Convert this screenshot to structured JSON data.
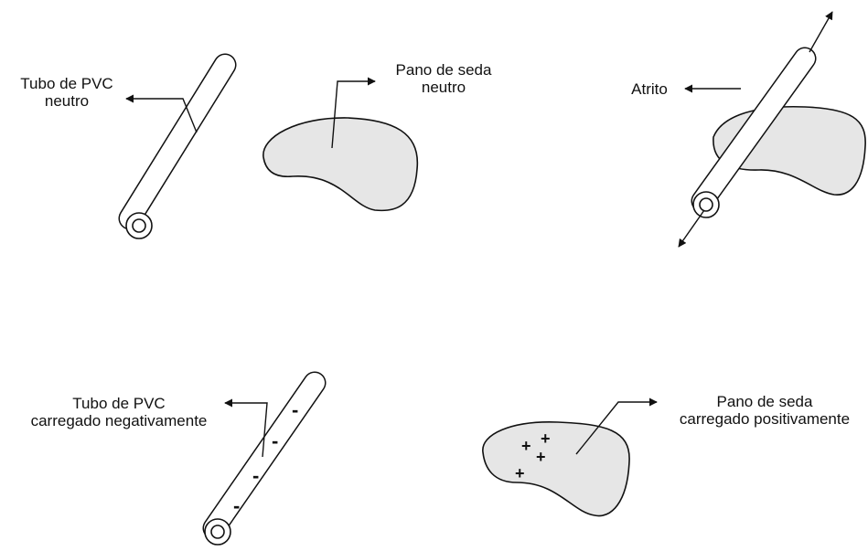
{
  "panel_neutral": {
    "tube_label_line1": "Tubo de PVC",
    "tube_label_line2": "neutro",
    "cloth_label_line1": "Pano de seda",
    "cloth_label_line2": "neutro"
  },
  "panel_friction": {
    "label": "Atrito"
  },
  "panel_charged": {
    "tube_label_line1": "Tubo de PVC",
    "tube_label_line2": "carregado negativamente",
    "cloth_label_line1": "Pano de seda",
    "cloth_label_line2": "carregado positivamente",
    "negative_symbol": "-",
    "positive_symbol": "+"
  },
  "colors": {
    "stroke": "#111111",
    "cloth_fill": "#e6e6e6",
    "tube_fill": "#ffffff"
  },
  "icons": [
    "arrow-icon",
    "tube-icon",
    "cloth-icon"
  ]
}
